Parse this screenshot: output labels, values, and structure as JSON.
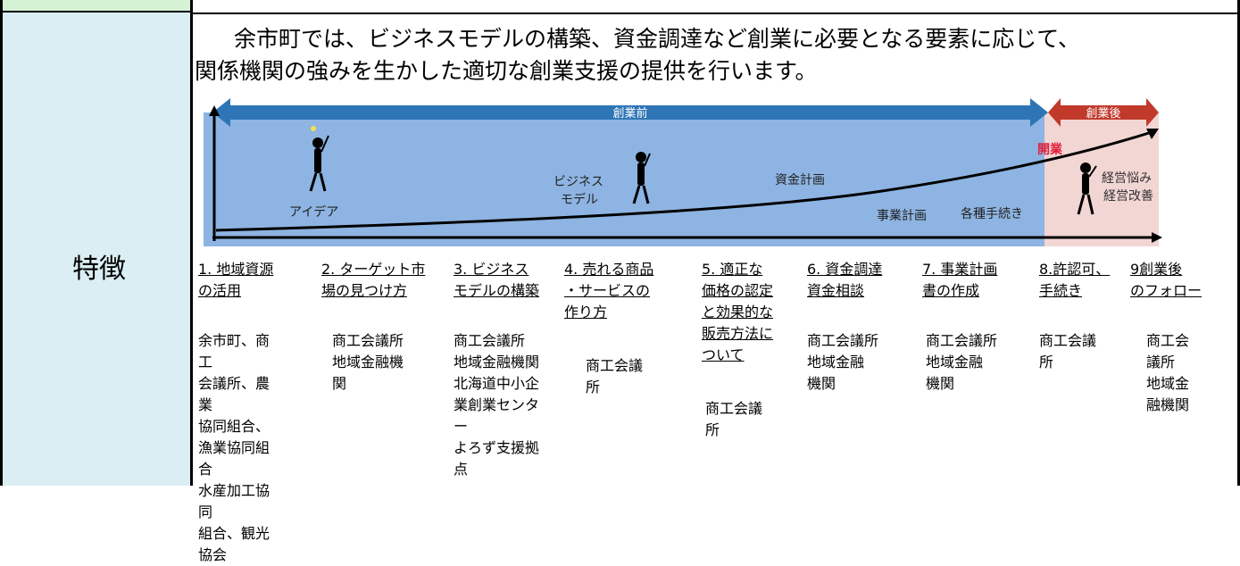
{
  "label": "特徴",
  "intro": {
    "line1": "余市町では、ビジネスモデルの構築、資金調達など創業に必要となる要素に応じて、",
    "line2": "関係機関の強みを生かした適切な創業支援の提供を行います。"
  },
  "diagram": {
    "before_label": "創業前",
    "after_label": "創業後",
    "open_label": "開業",
    "stages": [
      "アイデア",
      "ビジネス\nモデル",
      "資金計画",
      "事業計画",
      "各種手続き"
    ],
    "after_texts": [
      "経営悩み",
      "経営改善"
    ],
    "colors": {
      "before_bg": "#8db4e2",
      "arrow_blue": "#2e75b6",
      "after_bg": "#f2d6d4",
      "arrow_red": "#c0392b",
      "open_red": "#e0203a"
    }
  },
  "items": [
    {
      "title": "1. 地域資源\nの活用",
      "orgs": "余市町、商工\n会議所、農業\n協同組合、\n漁業協同組合\n水産加工協同\n組合、観光協会"
    },
    {
      "title": "2. ターゲット市\n場の見つけ方",
      "orgs": "商工会議所\n地域金融機\n関"
    },
    {
      "title": "3. ビジネス\nモデルの構築",
      "orgs": "商工会議所\n地域金融機関\n北海道中小企\n業創業センター\nよろず支援拠\n点"
    },
    {
      "title": "4. 売れる商品\n・サービスの\n作り方",
      "orgs": "商工会議所"
    },
    {
      "title": "5. 適正な\n価格の認定\nと効果的な\n販売方法に\nついて",
      "orgs": "商工会議所"
    },
    {
      "title": "6. 資金調達\n資金相談",
      "orgs": "商工会議所\n地域金融\n機関"
    },
    {
      "title": "7. 事業計画\n書の作成",
      "orgs": "商工会議所\n地域金融\n機関"
    },
    {
      "title": "8.許認可、\n手続き",
      "orgs": "商工会議所"
    },
    {
      "title": "9創業後\nのフォロー",
      "orgs": "商工会\n議所\n地域金\n融機関"
    }
  ]
}
